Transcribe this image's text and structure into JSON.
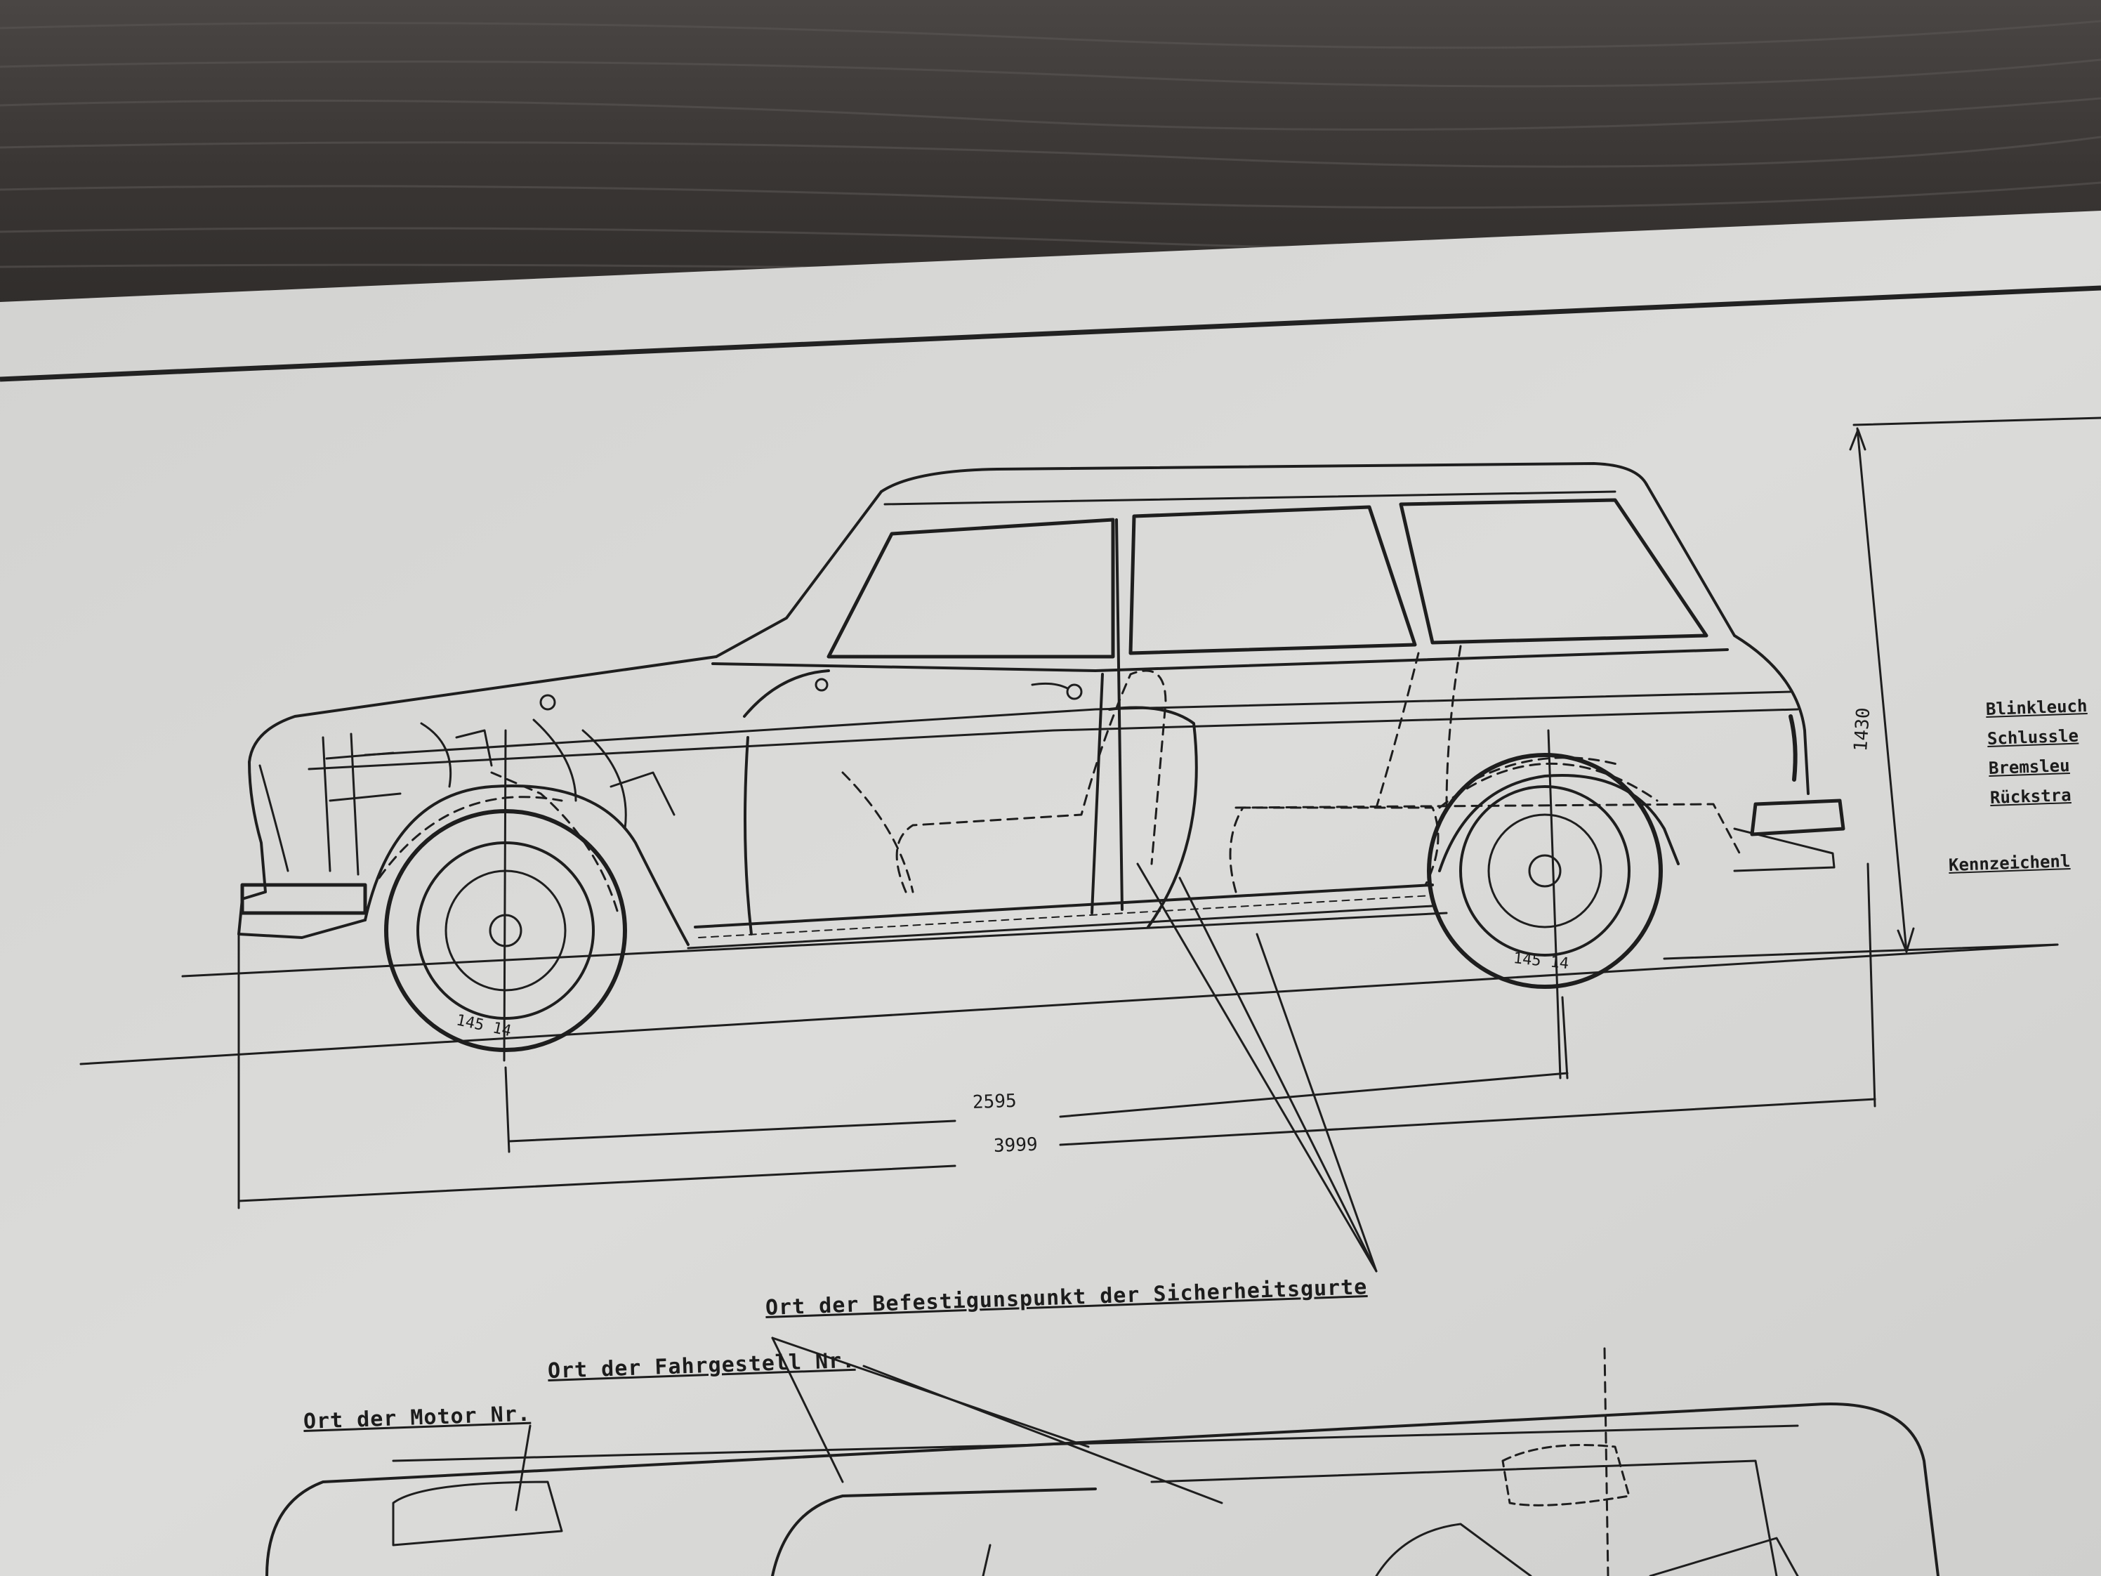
{
  "document": {
    "dimensions": {
      "wheelbase": "2595",
      "overall_length": "3999",
      "height": "1430",
      "tyre_front": "145 14",
      "tyre_rear": "145 14"
    },
    "legend": [
      "Blinkleuch",
      "Schlussle",
      "Bremsleu",
      "Rückstra",
      "Kennzeichenl"
    ],
    "callouts": {
      "seatbelt_points": "Ort der Befestigunspunkt der Sicherheitsgurte",
      "chassis_number": "Ort der Fahrgestell Nr.",
      "engine_number": "Ort der Motor Nr."
    }
  }
}
